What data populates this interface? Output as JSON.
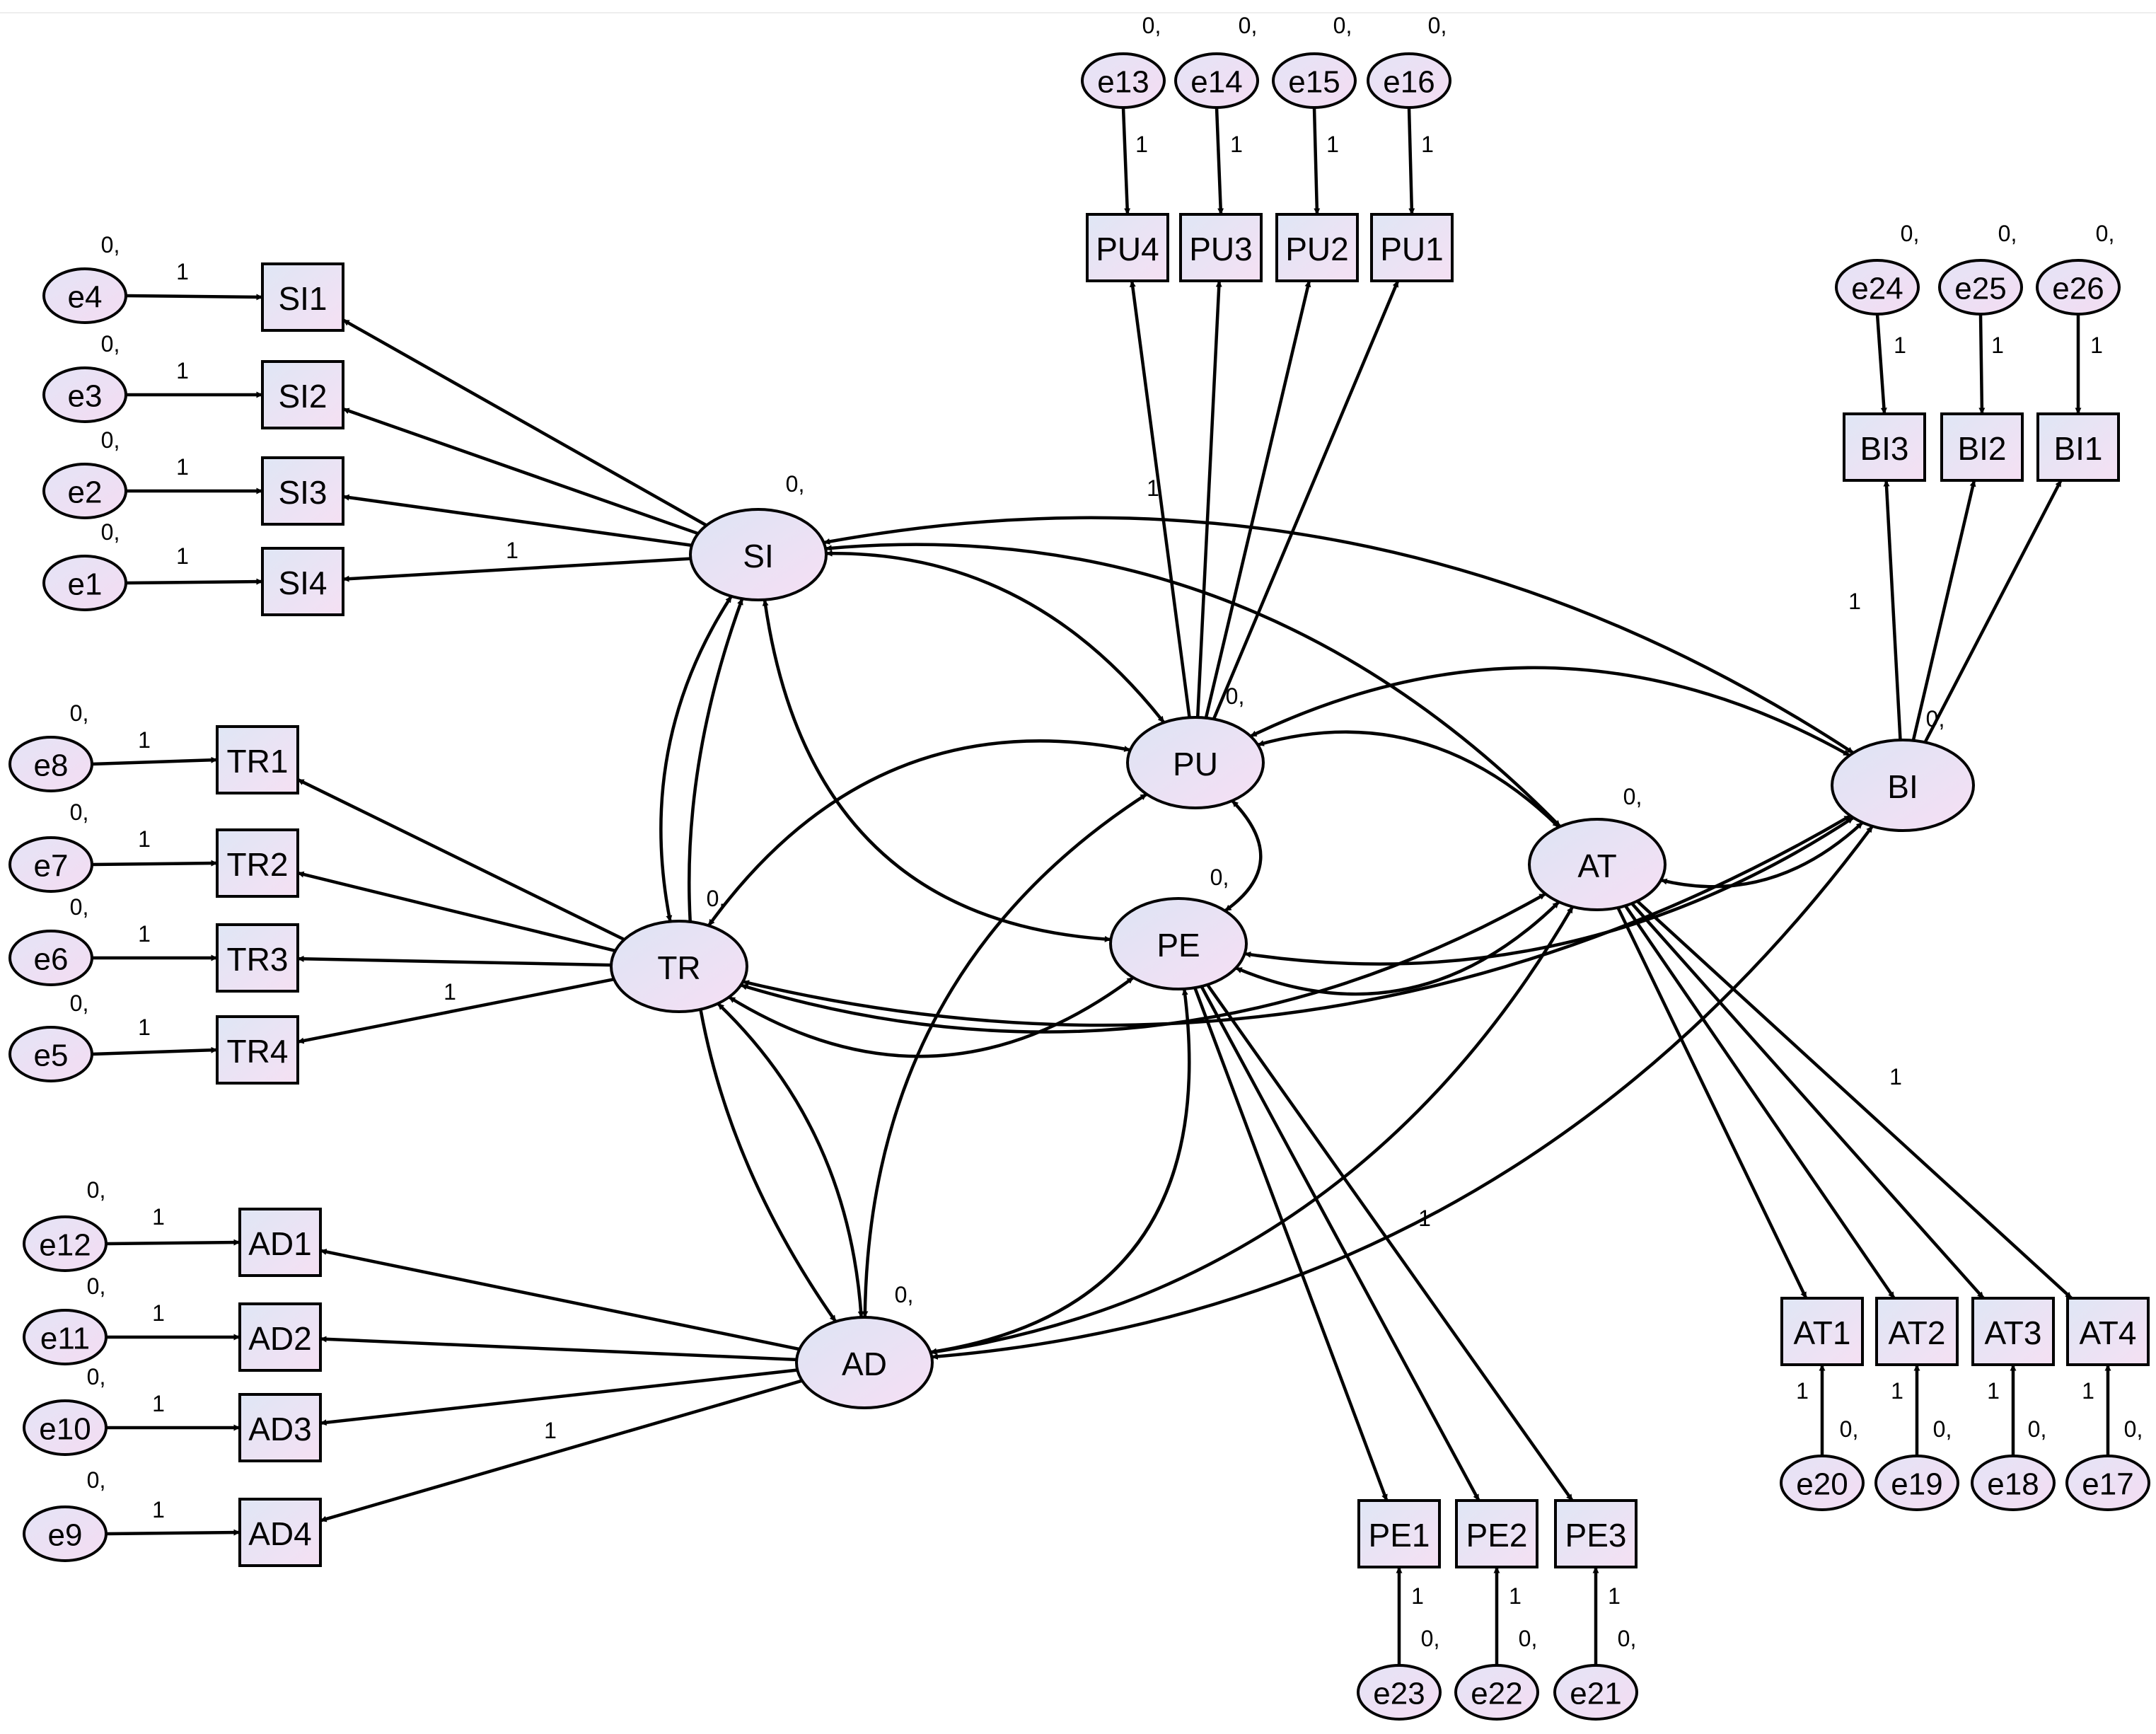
{
  "model": {
    "latents": [
      "SI",
      "PU",
      "TR",
      "PE",
      "AT",
      "BI",
      "AD"
    ],
    "indicators": {
      "SI": [
        "SI1",
        "SI2",
        "SI3",
        "SI4"
      ],
      "PU": [
        "PU4",
        "PU3",
        "PU2",
        "PU1"
      ],
      "BI": [
        "BI3",
        "BI2",
        "BI1"
      ],
      "TR": [
        "TR1",
        "TR2",
        "TR3",
        "TR4"
      ],
      "AD": [
        "AD1",
        "AD2",
        "AD3",
        "AD4"
      ],
      "AT": [
        "AT1",
        "AT2",
        "AT3",
        "AT4"
      ],
      "PE": [
        "PE1",
        "PE2",
        "PE3"
      ]
    },
    "errors": [
      "e1",
      "e2",
      "e3",
      "e4",
      "e5",
      "e6",
      "e7",
      "e8",
      "e9",
      "e10",
      "e11",
      "e12",
      "e13",
      "e14",
      "e15",
      "e16",
      "e17",
      "e18",
      "e19",
      "e20",
      "e21",
      "e22",
      "e23",
      "e24",
      "e25",
      "e26"
    ],
    "variance_label": "0,",
    "path_label": "1"
  },
  "colors": {
    "fill_light": "#f3e3f3",
    "fill_blue": "#dfe6f5",
    "stroke": "#000000"
  }
}
